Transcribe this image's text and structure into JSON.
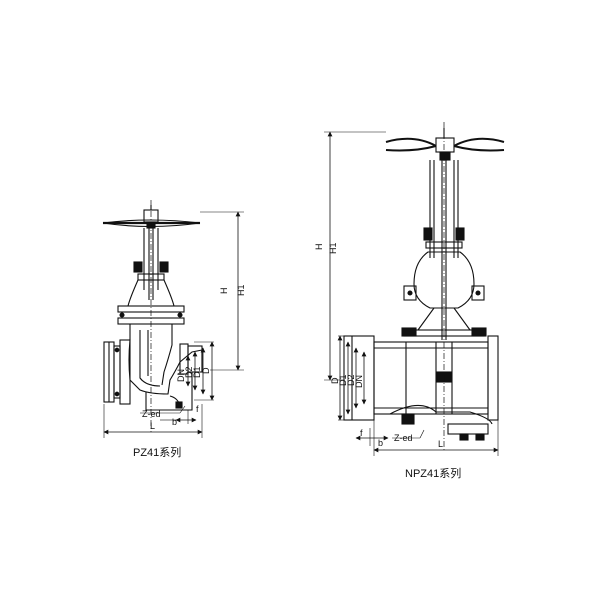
{
  "captions": {
    "left": "PZ41系列",
    "right": "NPZ41系列"
  },
  "left_dims": {
    "H": "H",
    "H1": "H1",
    "DN": "DN",
    "D2": "D2",
    "D1": "D1",
    "D": "D",
    "Z_ed": "Z-ed",
    "b": "b",
    "f": "f",
    "L": "L"
  },
  "right_dims": {
    "H": "H",
    "H1": "H1",
    "D": "D",
    "D1": "D1",
    "D2": "D2",
    "DN": "DN",
    "Z_ed": "Z-ed",
    "f": "f",
    "b": "b",
    "L": "L"
  },
  "colors": {
    "line": "#111111",
    "background": "#ffffff"
  }
}
